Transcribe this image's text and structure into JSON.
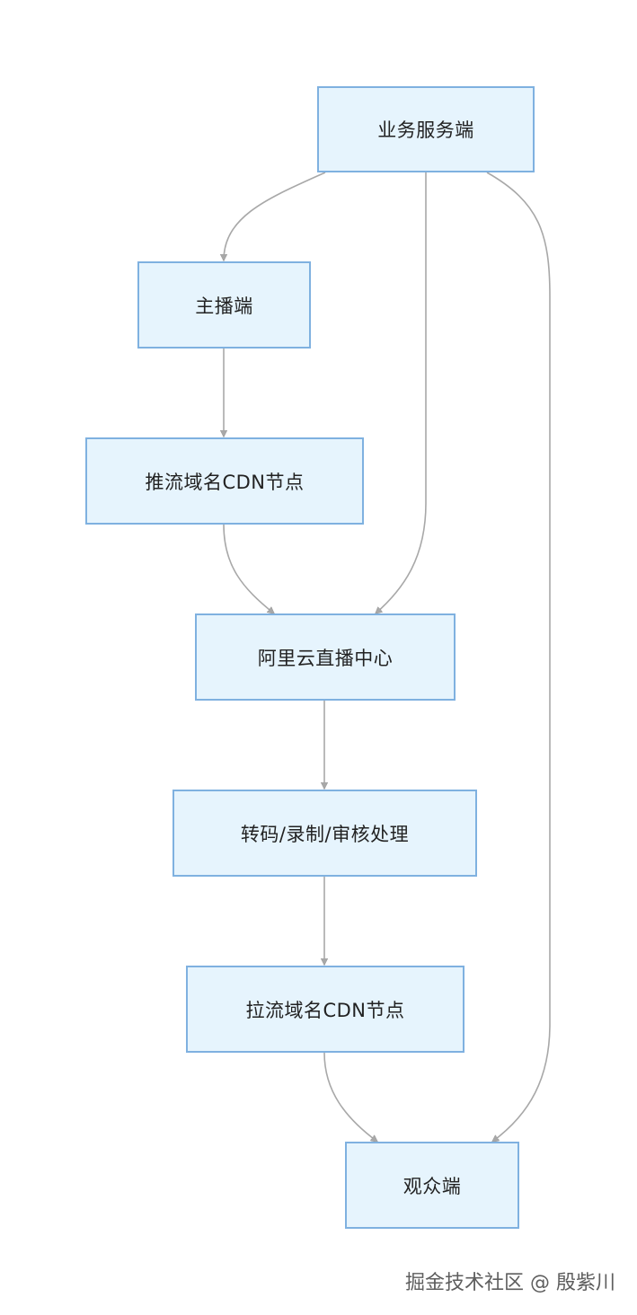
{
  "nodes": {
    "business_server": "业务服务端",
    "streamer": "主播端",
    "push_cdn": "推流域名CDN节点",
    "aliyun_live_center": "阿里云直播中心",
    "processing": "转码/录制/审核处理",
    "pull_cdn": "拉流域名CDN节点",
    "viewer": "观众端"
  },
  "edges": [
    {
      "from": "business_server",
      "to": "streamer"
    },
    {
      "from": "business_server",
      "to": "aliyun_live_center"
    },
    {
      "from": "business_server",
      "to": "viewer"
    },
    {
      "from": "streamer",
      "to": "push_cdn"
    },
    {
      "from": "push_cdn",
      "to": "aliyun_live_center"
    },
    {
      "from": "aliyun_live_center",
      "to": "processing"
    },
    {
      "from": "processing",
      "to": "pull_cdn"
    },
    {
      "from": "pull_cdn",
      "to": "viewer"
    }
  ],
  "watermark": "掘金技术社区 @ 殷紫川",
  "colors": {
    "node_fill": "#e6f4fd",
    "node_border": "#7fb1e0",
    "edge": "#a8a8a8"
  }
}
